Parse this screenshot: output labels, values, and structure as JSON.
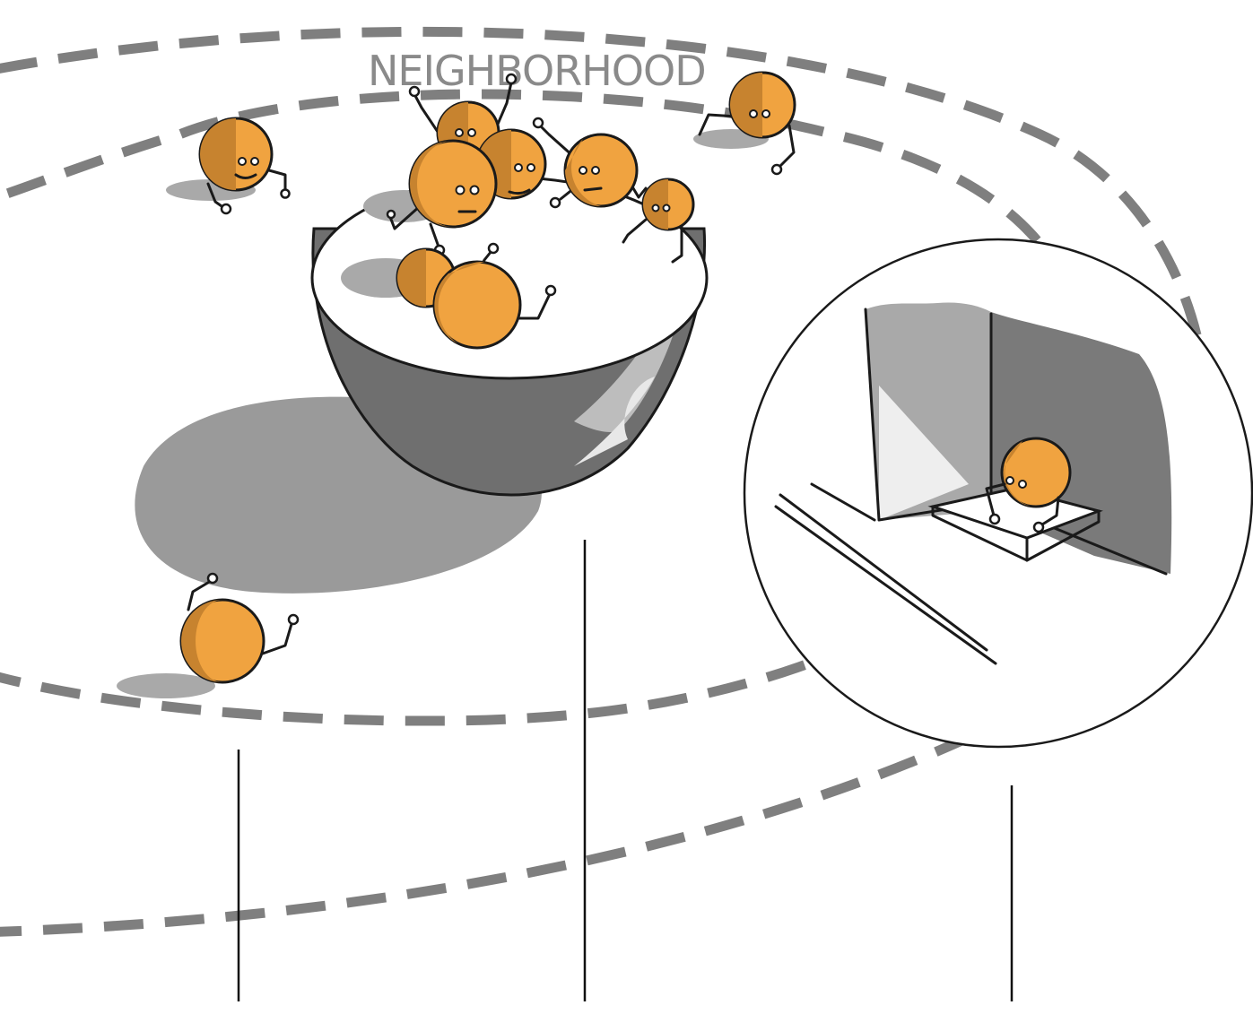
{
  "diagram": {
    "region_label": "NEIGHBORHOOD",
    "colors": {
      "ring": "#7f7f7f",
      "figure_orange": "#f0a340",
      "figure_shade": "#c7832f",
      "bowl_shadow": "#9a9a9a",
      "ground_shadow": "#a9a9a9",
      "ink": "#1a1a1a"
    },
    "icons": [
      "orange-figure",
      "bowl",
      "house-doorstep-vignette"
    ]
  }
}
